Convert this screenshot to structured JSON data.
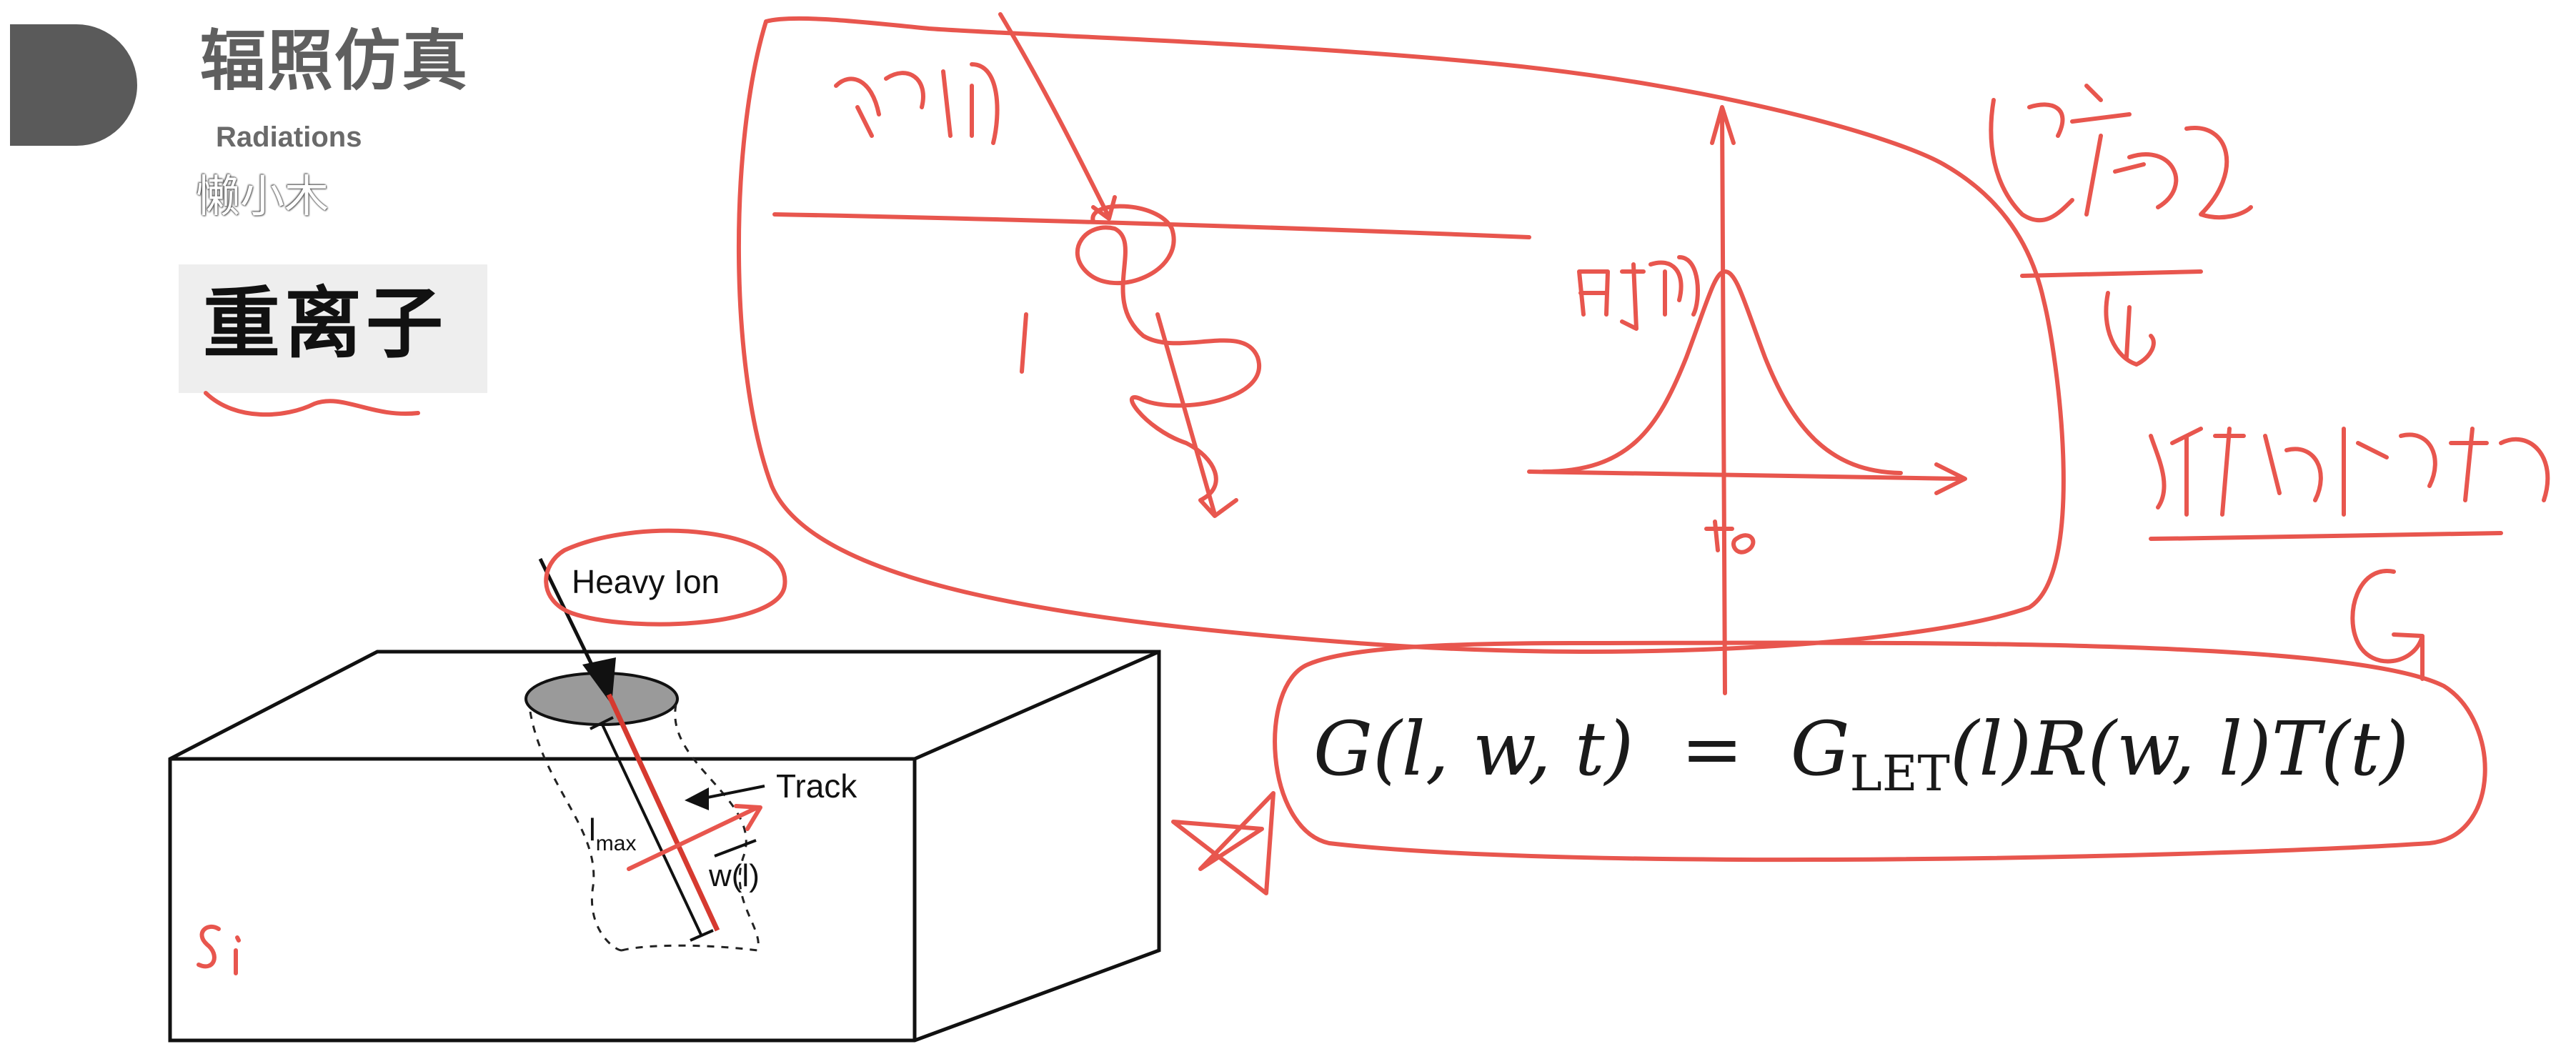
{
  "header": {
    "title": "辐照仿真",
    "subtitle": "Radiations",
    "author": "懒小木"
  },
  "section": {
    "label": "重离子"
  },
  "figure": {
    "heavy_ion_label": "Heavy Ion",
    "track_label": "Track",
    "lmax_label": "l",
    "lmax_sub": "max",
    "width_label": "w(l)"
  },
  "formula": {
    "lhs": "G(l, w, t)",
    "eq": "=",
    "g": "G",
    "sub": "LET",
    "rhs": "(l)R(w, l)T(t)"
  },
  "colors": {
    "ink": "#e8564e",
    "badge": "#5a5a5a"
  }
}
